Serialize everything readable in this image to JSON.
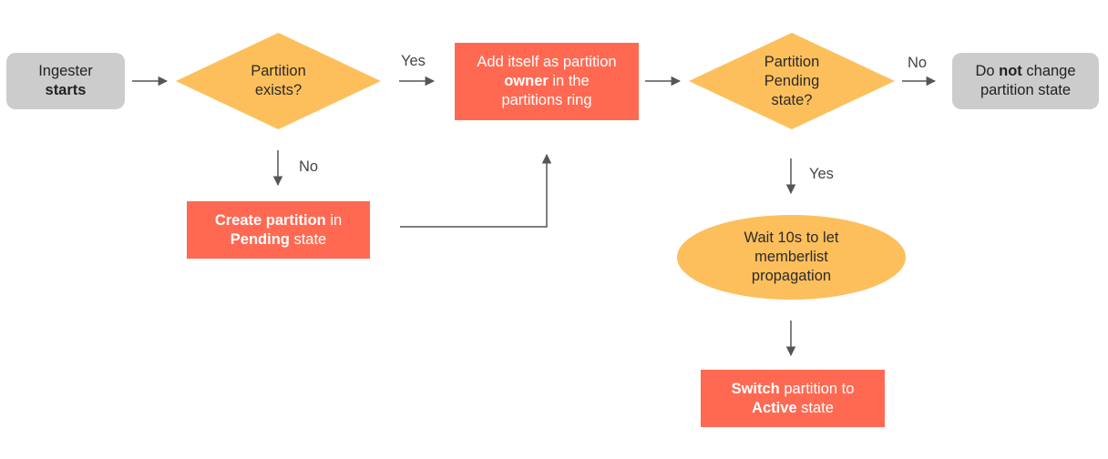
{
  "nodes": {
    "start": {
      "pre": "Ingester",
      "bold": "starts"
    },
    "partition_exists": {
      "line1": "Partition",
      "line2": "exists?"
    },
    "add_owner": {
      "pre": "Add itself as partition",
      "bold": "owner",
      "post": "in the",
      "line3": "partitions ring"
    },
    "partition_pending": {
      "line1": "Partition",
      "line2": "Pending",
      "line3": "state?"
    },
    "no_change": {
      "pre": "Do",
      "bold": "not",
      "post": "change",
      "line2": "partition state"
    },
    "create_partition": {
      "bold1": "Create partition",
      "post1": "in",
      "bold2": "Pending",
      "post2": "state"
    },
    "wait": {
      "line1": "Wait 10s to let",
      "line2": "memberlist",
      "line3": "propagation"
    },
    "switch": {
      "bold1": "Switch",
      "post1": "partition to",
      "bold2": "Active",
      "post2": "state"
    }
  },
  "edge_labels": {
    "yes_exists": "Yes",
    "no_exists": "No",
    "no_pending": "No",
    "yes_pending": "Yes"
  },
  "colors": {
    "gray_node": "#cccccc",
    "decision": "#fdbf5b",
    "action": "#ff6952",
    "arrow": "#555555"
  }
}
